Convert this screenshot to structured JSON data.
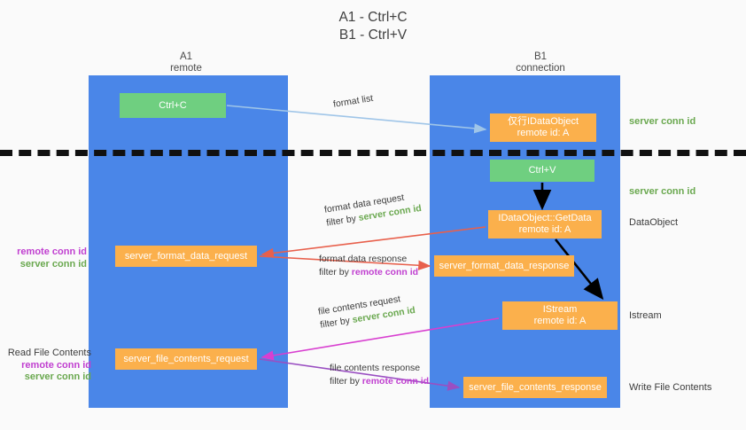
{
  "title": {
    "line1": "A1 - Ctrl+C",
    "line2": "B1 - Ctrl+V"
  },
  "columns": {
    "a1": {
      "name": "A1",
      "sub": "remote"
    },
    "b1": {
      "name": "B1",
      "sub": "connection"
    }
  },
  "boxes": {
    "ctrl_c": {
      "line1": "Ctrl+C",
      "line2": ""
    },
    "idataobject": {
      "line1": "仅行IDataObject",
      "line2": "remote id: A"
    },
    "ctrl_v": {
      "line1": "Ctrl+V",
      "line2": ""
    },
    "getdata": {
      "line1": "IDataObject::GetData",
      "line2": "remote id: A"
    },
    "format_data_request": {
      "line1": "server_format_data_request",
      "line2": ""
    },
    "format_data_response": {
      "line1": "server_format_data_response",
      "line2": ""
    },
    "istream": {
      "line1": "IStream",
      "line2": "remote id: A"
    },
    "file_contents_request": {
      "line1": "server_file_contents_request",
      "line2": ""
    },
    "file_contents_response": {
      "line1": "server_file_contents_response",
      "line2": ""
    }
  },
  "notes": {
    "format_list": {
      "l1": "format list",
      "l2_prefix": "",
      "l2_key": ""
    },
    "format_data_request": {
      "l1": "format data request",
      "l2_prefix": "filter by ",
      "l2_key": "server conn id"
    },
    "format_data_response": {
      "l1": "format data response",
      "l2_prefix": "filter by ",
      "l2_key": "remote conn id"
    },
    "file_contents_request": {
      "l1": "file contents request",
      "l2_prefix": "filter by ",
      "l2_key": "server conn id"
    },
    "file_contents_response": {
      "l1": "file contents response",
      "l2_prefix": "filter by ",
      "l2_key": "remote conn id"
    }
  },
  "side_labels": {
    "server_conn_id_top": "server conn id",
    "server_conn_id_mid": "server conn id",
    "dataobject": "DataObject",
    "istream": "Istream",
    "write_file_contents": "Write File Contents",
    "read_file_contents": "Read File Contents",
    "remote_conn_id": "remote conn id",
    "server_conn_id": "server conn id"
  },
  "colors": {
    "lane": "#4a86e8",
    "green_box": "#6fcf80",
    "orange_box": "#fbb04c",
    "server_conn_id": "#6aa84f",
    "remote_conn_id": "#c03fd0",
    "arrow_blue": "#9fc5e8",
    "arrow_red": "#e8604c",
    "arrow_magenta": "#d83fd0",
    "arrow_purple": "#9a4fc2",
    "arrow_black": "#000000",
    "dash_line": "#111111"
  }
}
